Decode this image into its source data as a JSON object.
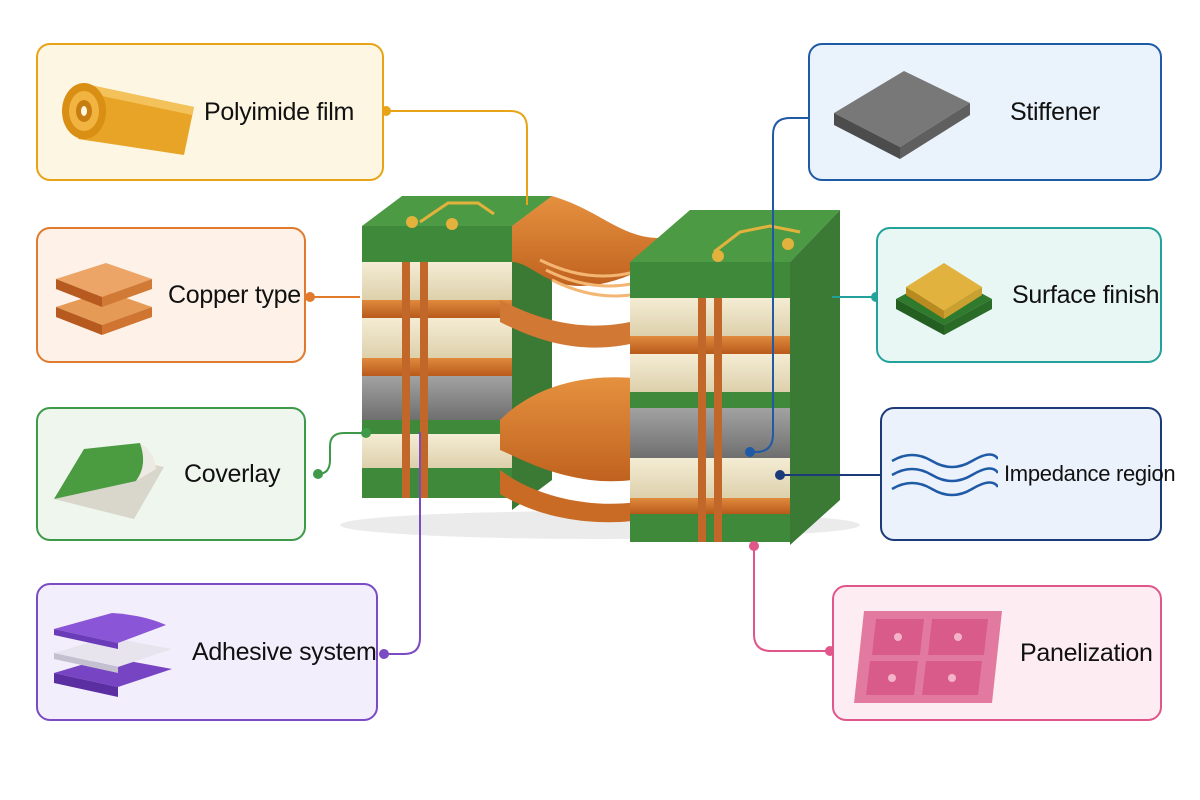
{
  "callouts": {
    "polyimide_film": {
      "label": "Polyimide film",
      "color": "#e8a317",
      "fill": "#fdf6e3"
    },
    "copper_type": {
      "label": "Copper type",
      "color": "#e07a2c",
      "fill": "#fdf1e8"
    },
    "coverlay": {
      "label": "Coverlay",
      "color": "#3e9a48",
      "fill": "#eff6ee"
    },
    "adhesive_system": {
      "label": "Adhesive system",
      "color": "#7b4bc4",
      "fill": "#f3eefb"
    },
    "stiffener": {
      "label": "Stiffener",
      "color": "#1f5aa6",
      "fill": "#eaf2fb"
    },
    "surface_finish": {
      "label": "Surface finish",
      "color": "#22a29a",
      "fill": "#e8f6f4"
    },
    "impedance_region": {
      "label": "Impedance region",
      "color": "#1a3a7a",
      "fill": "#ebf2fb"
    },
    "panelization": {
      "label": "Panelization",
      "color": "#e0568a",
      "fill": "#fdedf3"
    }
  },
  "icons": {
    "polyimide_film": "film-roll-icon",
    "copper_type": "copper-sheets-icon",
    "coverlay": "coverlay-peel-icon",
    "adhesive_system": "adhesive-layers-icon",
    "stiffener": "metal-plate-icon",
    "surface_finish": "gold-pad-icon",
    "impedance_region": "wave-lines-icon",
    "panelization": "pcb-panel-icon"
  },
  "board_colors": {
    "solder_mask": "#3f8a3a",
    "copper": "#c96b25",
    "dielectric": "#ede2c4",
    "stiffener": "#8b8b8b",
    "gold": "#e2b23c"
  }
}
